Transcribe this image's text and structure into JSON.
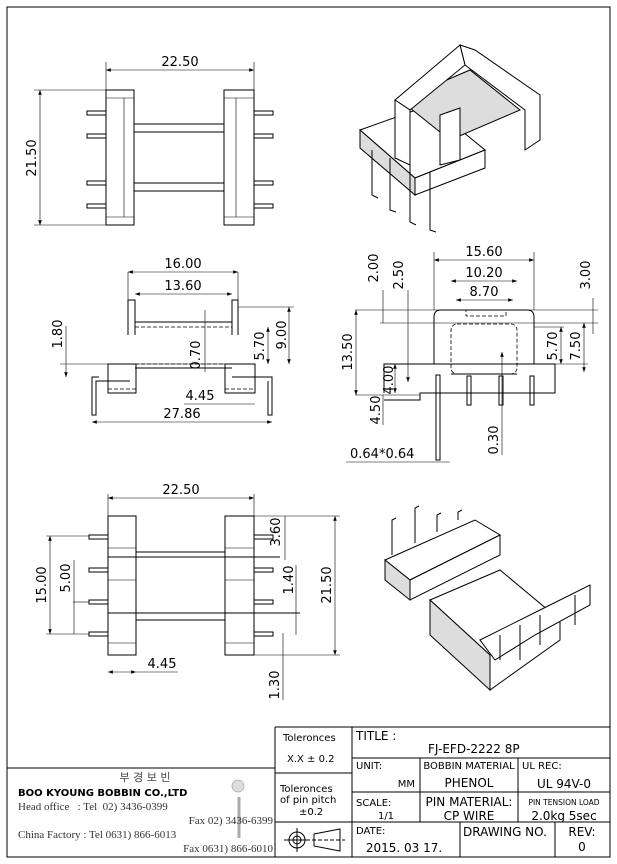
{
  "title_block": {
    "tolerances_label": "Toleronces",
    "tolerance_xx": "X.X  ± 0.2",
    "pin_pitch_label_1": "Toleronces",
    "pin_pitch_label_2": "of pin pitch",
    "pin_pitch_value": "±0.2",
    "title_label": "TITLE :",
    "title_value": "FJ-EFD-2222 8P",
    "unit_label": "UNIT:",
    "unit_value": "MM",
    "bobbin_material_label": "BOBBIN MATERIAL",
    "bobbin_material_value": "PHENOL",
    "ul_label": "UL REC:",
    "ul_value": "UL 94V-0",
    "scale_label": "SCALE:",
    "scale_value": "1/1",
    "pin_material_label": "PIN MATERIAL:",
    "pin_material_value": "CP WIRE",
    "pin_tension_label": "PIN TENSION LOAD",
    "pin_tension_value": "2.0kg 5sec",
    "date_label": "DATE:",
    "date_value": "2015. 03 17.",
    "drawing_no_label": "DRAWING NO.",
    "rev_label": "REV:",
    "rev_value": "0"
  },
  "company": {
    "korean_name": "부 경 보 빈",
    "name": "BOO KYOUNG BOBBIN CO.,LTD",
    "head_office": "Head office   : Tel  02) 3436-0399",
    "head_fax": "Fax  02) 3436-6399",
    "factory": "China Factory : Tel 0631) 866-6013",
    "factory_fax": "Fax 0631) 866-6010"
  },
  "dimensions": {
    "top_view": {
      "width": "22.50",
      "height": "21.50"
    },
    "side_view": {
      "w1": "16.00",
      "w2": "13.60",
      "h1": "1.80",
      "h2": "0.70",
      "h3": "5.70",
      "h4": "9.00",
      "pin": "4.45",
      "total": "27.86"
    },
    "front_view": {
      "w1": "15.60",
      "w2": "10.20",
      "w3": "8.70",
      "h1": "2.00",
      "h2": "2.50",
      "h3": "3.00",
      "h4": "13.50",
      "h5": "5.70",
      "h6": "7.50",
      "h7": "4.00",
      "h8": "4.50",
      "h9": "0.30",
      "pin": "0.64*0.64"
    },
    "bottom_view": {
      "width": "22.50",
      "h1": "15.00",
      "h2": "5.00",
      "h3": "3.60",
      "h4": "1.40",
      "h5": "21.50",
      "h6": "1.30",
      "pin": "4.45"
    }
  }
}
